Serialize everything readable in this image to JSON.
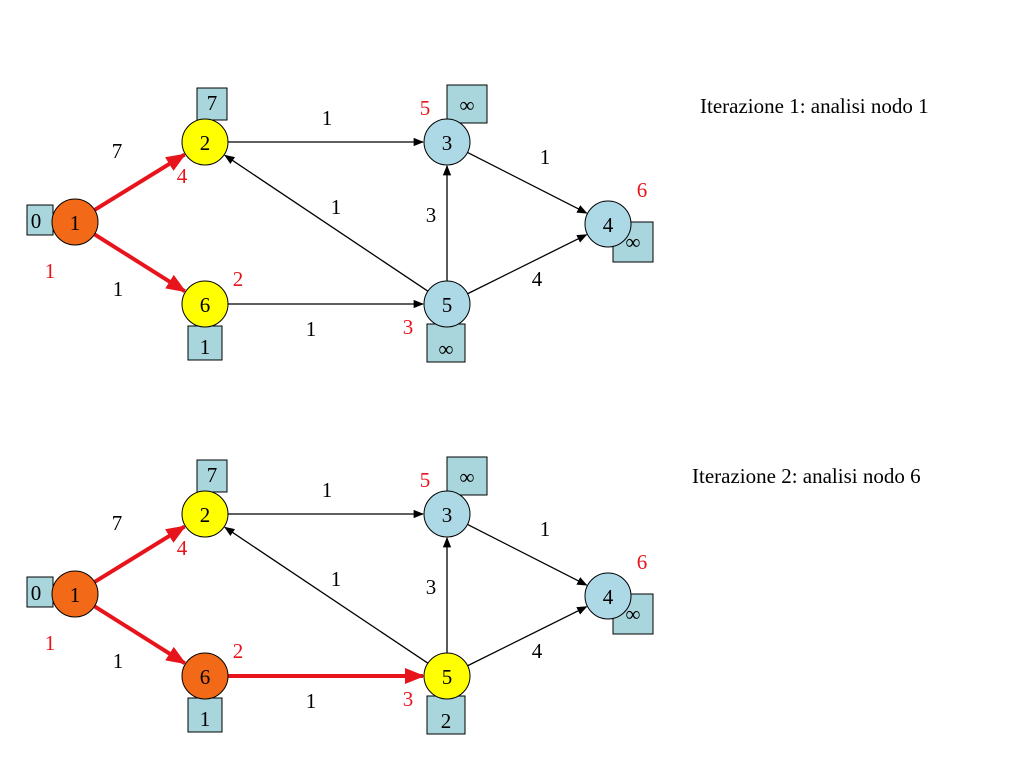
{
  "colors": {
    "orange": "#f26a17",
    "yellow": "#ffff00",
    "light_blue": "#add8e6",
    "box_blue": "#a9d6dd",
    "red": "#e8141b",
    "black": "#000000"
  },
  "panels": [
    {
      "title": "Iterazione 1: analisi nodo 1",
      "nodes": [
        {
          "id": "1",
          "label": "1",
          "fill": "orange",
          "dist": "0",
          "order": "1"
        },
        {
          "id": "2",
          "label": "2",
          "fill": "yellow",
          "dist": "7",
          "order": "4"
        },
        {
          "id": "6",
          "label": "6",
          "fill": "yellow",
          "dist": "1",
          "order": "2"
        },
        {
          "id": "3",
          "label": "3",
          "fill": "light_blue",
          "dist": "∞",
          "order": "5"
        },
        {
          "id": "5",
          "label": "5",
          "fill": "light_blue",
          "dist": "∞",
          "order": "3"
        },
        {
          "id": "4",
          "label": "4",
          "fill": "light_blue",
          "dist": "∞",
          "order": "6"
        }
      ],
      "edges": [
        {
          "from": "1",
          "to": "2",
          "weight": "7",
          "highlight": true
        },
        {
          "from": "1",
          "to": "6",
          "weight": "1",
          "highlight": true
        },
        {
          "from": "2",
          "to": "3",
          "weight": "1",
          "highlight": false
        },
        {
          "from": "5",
          "to": "2",
          "weight": "1",
          "highlight": false
        },
        {
          "from": "6",
          "to": "5",
          "weight": "1",
          "highlight": false
        },
        {
          "from": "5",
          "to": "3",
          "weight": "3",
          "highlight": false
        },
        {
          "from": "3",
          "to": "4",
          "weight": "1",
          "highlight": false
        },
        {
          "from": "5",
          "to": "4",
          "weight": "4",
          "highlight": false
        }
      ]
    },
    {
      "title": "Iterazione 2: analisi nodo 6",
      "nodes": [
        {
          "id": "1",
          "label": "1",
          "fill": "orange",
          "dist": "0",
          "order": "1"
        },
        {
          "id": "2",
          "label": "2",
          "fill": "yellow",
          "dist": "7",
          "order": "4"
        },
        {
          "id": "6",
          "label": "6",
          "fill": "orange",
          "dist": "1",
          "order": "2"
        },
        {
          "id": "3",
          "label": "3",
          "fill": "light_blue",
          "dist": "∞",
          "order": "5"
        },
        {
          "id": "5",
          "label": "5",
          "fill": "yellow",
          "dist": "2",
          "order": "3"
        },
        {
          "id": "4",
          "label": "4",
          "fill": "light_blue",
          "dist": "∞",
          "order": "6"
        }
      ],
      "edges": [
        {
          "from": "1",
          "to": "2",
          "weight": "7",
          "highlight": true
        },
        {
          "from": "1",
          "to": "6",
          "weight": "1",
          "highlight": true
        },
        {
          "from": "2",
          "to": "3",
          "weight": "1",
          "highlight": false
        },
        {
          "from": "5",
          "to": "2",
          "weight": "1",
          "highlight": false
        },
        {
          "from": "6",
          "to": "5",
          "weight": "1",
          "highlight": true
        },
        {
          "from": "5",
          "to": "3",
          "weight": "3",
          "highlight": false
        },
        {
          "from": "3",
          "to": "4",
          "weight": "1",
          "highlight": false
        },
        {
          "from": "5",
          "to": "4",
          "weight": "4",
          "highlight": false
        }
      ]
    }
  ]
}
